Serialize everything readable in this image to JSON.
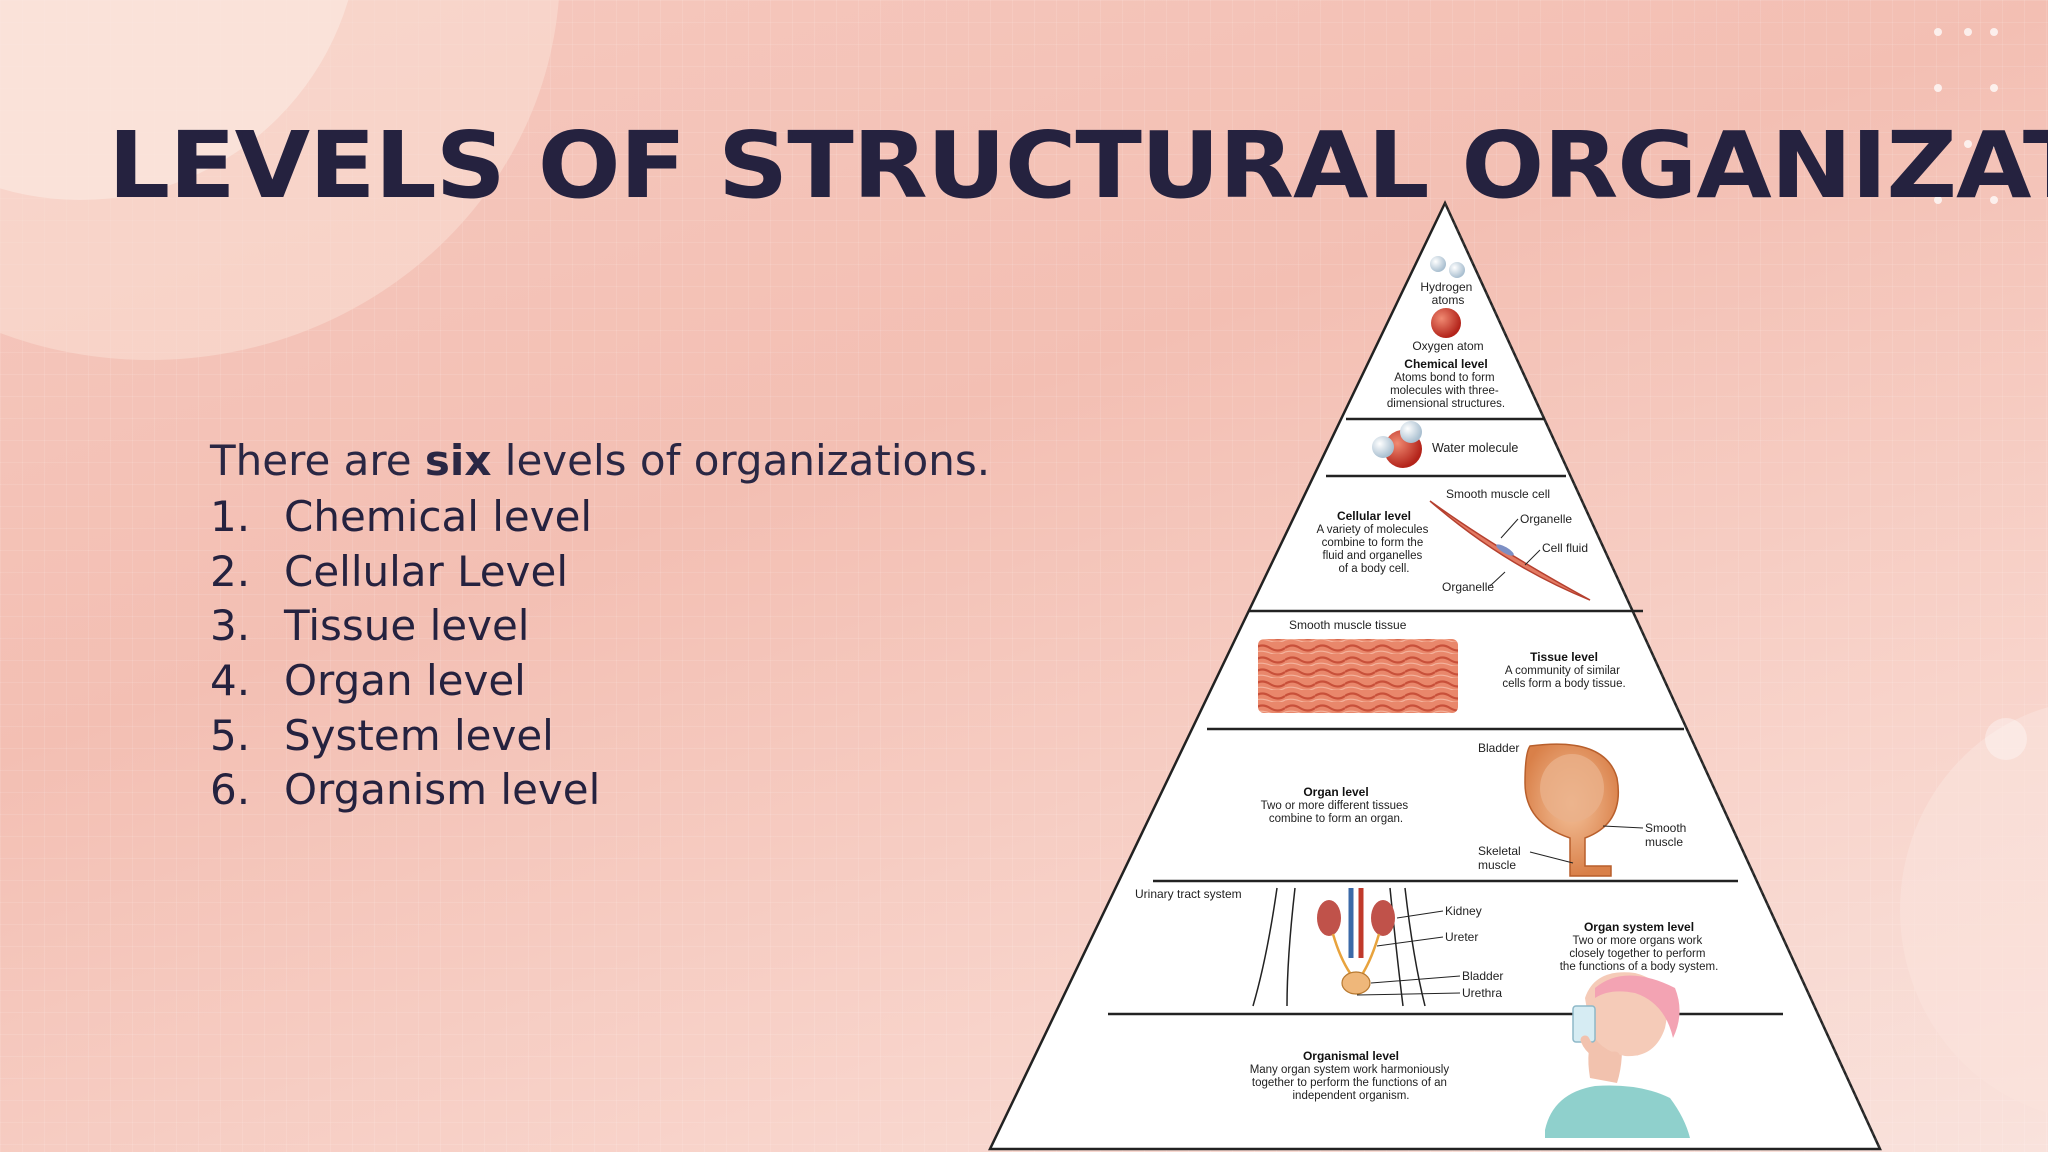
{
  "slide": {
    "title": "LEVELS OF STRUCTURAL ORGANIZATION",
    "intro": {
      "before": "There are ",
      "bold": "six",
      "after": " levels of organizations."
    },
    "levels": [
      {
        "num": "1.",
        "label": "Chemical level"
      },
      {
        "num": "2.",
        "label": "Cellular Level"
      },
      {
        "num": "3.",
        "label": "Tissue level"
      },
      {
        "num": "4.",
        "label": "Organ level"
      },
      {
        "num": "5.",
        "label": "System level"
      },
      {
        "num": "6.",
        "label": "Organism level"
      }
    ]
  },
  "pyramid": {
    "chemical": {
      "hydrogen": [
        "Hydrogen",
        "atoms"
      ],
      "oxygen": "Oxygen atom",
      "title": "Chemical level",
      "desc": [
        "Atoms bond to form",
        "molecules with three-",
        "dimensional structures."
      ]
    },
    "water": "Water molecule",
    "cellular": {
      "title": "Cellular level",
      "desc": [
        "A variety of molecules",
        "combine to form the",
        "fluid and organelles",
        "of a body cell."
      ],
      "smooth_cell": "Smooth muscle cell",
      "organelle_top": "Organelle",
      "cell_fluid": "Cell fluid",
      "organelle_bottom": "Organelle"
    },
    "tissue": {
      "label": "Smooth muscle tissue",
      "title": "Tissue level",
      "desc": [
        "A community of similar",
        "cells form a body tissue."
      ]
    },
    "organ": {
      "title": "Organ level",
      "desc": [
        "Two or more different tissues",
        "combine to form an organ."
      ],
      "bladder": "Bladder",
      "smooth": [
        "Smooth",
        "muscle"
      ],
      "skeletal": [
        "Skeletal",
        "muscle"
      ]
    },
    "system": {
      "label": "Urinary tract system",
      "kidney": "Kidney",
      "ureter": "Ureter",
      "bladder": "Bladder",
      "urethra": "Urethra",
      "title": "Organ system level",
      "desc": [
        "Two or more organs work",
        "closely together to perform",
        "the functions of a body system."
      ]
    },
    "organism": {
      "title": "Organismal level",
      "desc": [
        "Many organ system work harmoniously",
        "together to perform the functions of an",
        "independent organism."
      ]
    }
  },
  "colors": {
    "title": "#25223f",
    "text": "#2a2744",
    "accent": "#c9392b"
  }
}
